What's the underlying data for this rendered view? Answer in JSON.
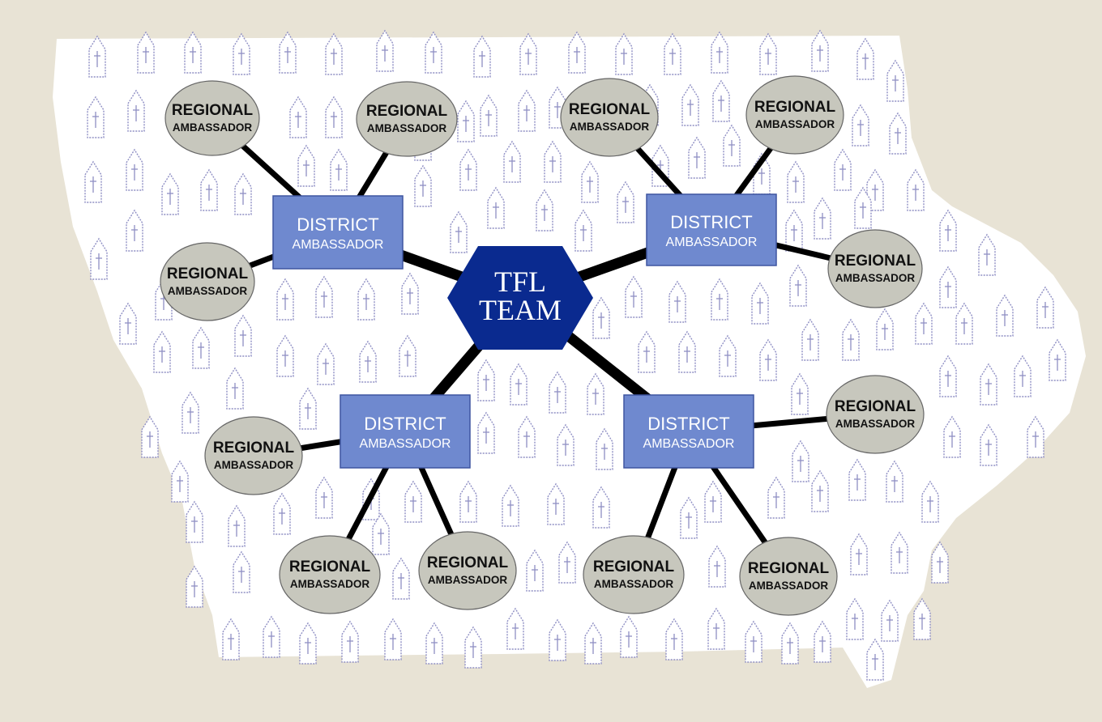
{
  "colors": {
    "background": "#e8e3d5",
    "map": "#ffffff",
    "church_stroke": "#8f8fc4",
    "district_fill": "#6f89cf",
    "district_stroke": "#3f55a0",
    "regional_fill": "#c7c7bd",
    "regional_stroke": "#666666",
    "hub_fill": "#0a2a8f",
    "line": "#000000"
  },
  "hub": {
    "line1": "TFL",
    "line2": "TEAM"
  },
  "districts": [
    {
      "line1": "DISTRICT",
      "line2": "AMBASSADOR"
    },
    {
      "line1": "DISTRICT",
      "line2": "AMBASSADOR"
    },
    {
      "line1": "DISTRICT",
      "line2": "AMBASSADOR"
    },
    {
      "line1": "DISTRICT",
      "line2": "AMBASSADOR"
    }
  ],
  "regionals": [
    {
      "line1": "REGIONAL",
      "line2": "AMBASSADOR"
    },
    {
      "line1": "REGIONAL",
      "line2": "AMBASSADOR"
    },
    {
      "line1": "REGIONAL",
      "line2": "AMBASSADOR"
    },
    {
      "line1": "REGIONAL",
      "line2": "AMBASSADOR"
    },
    {
      "line1": "REGIONAL",
      "line2": "AMBASSADOR"
    },
    {
      "line1": "REGIONAL",
      "line2": "AMBASSADOR"
    },
    {
      "line1": "REGIONAL",
      "line2": "AMBASSADOR"
    },
    {
      "line1": "REGIONAL",
      "line2": "AMBASSADOR"
    },
    {
      "line1": "REGIONAL",
      "line2": "AMBASSADOR"
    },
    {
      "line1": "REGIONAL",
      "line2": "AMBASSADOR"
    },
    {
      "line1": "REGIONAL",
      "line2": "AMBASSADOR"
    },
    {
      "line1": "REGIONAL",
      "line2": "AMBASSADOR"
    }
  ],
  "icons": {
    "church": "church-icon",
    "cross": "cross-icon"
  }
}
